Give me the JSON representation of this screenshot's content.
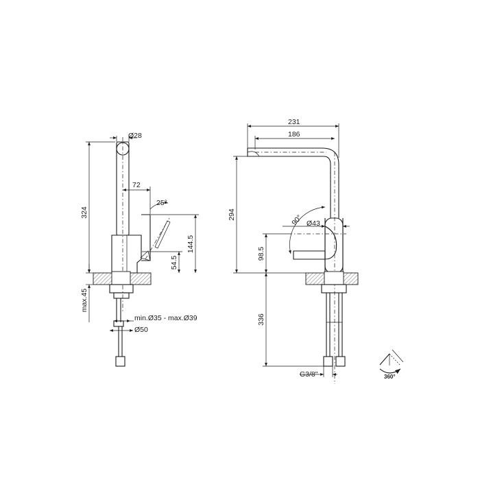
{
  "side_view": {
    "dia_spout": "Ø28",
    "height_total": "324",
    "lever_offset": "72",
    "lever_angle": "25°",
    "body_height": "144.5",
    "base_height": "54.5",
    "max_thickness": "max.45",
    "hole_dia": "min.Ø35 - max.Ø39",
    "base_dia": "Ø50"
  },
  "front_view": {
    "reach_total": "231",
    "reach_spout": "186",
    "spout_height": "294",
    "swivel_angle": "90°",
    "body_dia": "Ø43",
    "lever_height": "98.5",
    "hose_length": "336",
    "connection": "G3/8\""
  },
  "rotation_badge": {
    "label": "360°"
  }
}
